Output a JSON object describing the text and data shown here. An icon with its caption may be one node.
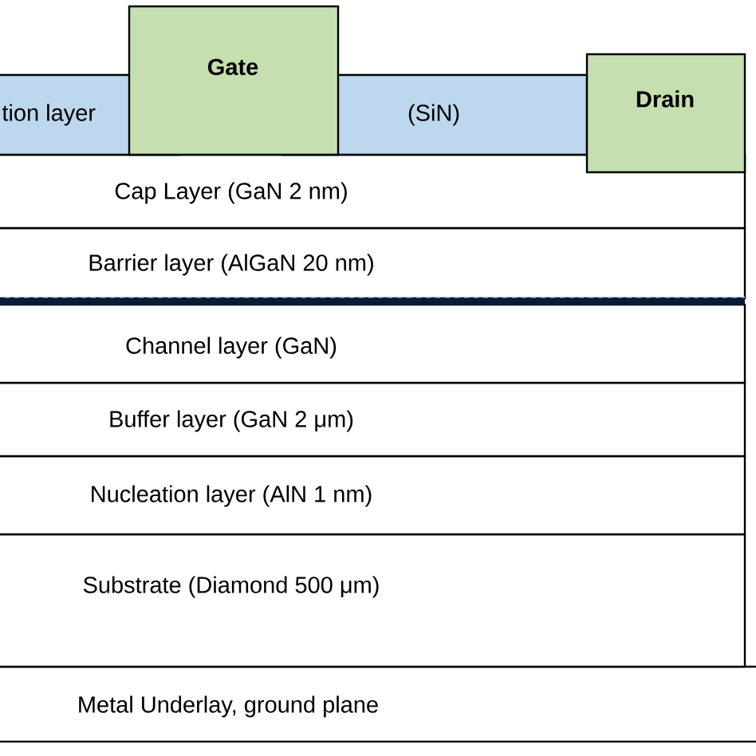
{
  "diagram": {
    "nodes": [
      {
        "text": [
          "Gate"
        ]
      },
      {
        "text": [
          "tion layer"
        ]
      },
      {
        "text": [
          "(SiN)"
        ]
      },
      {
        "text": [
          "Drain"
        ]
      },
      {
        "text": [
          "Cap Layer (GaN 2 nm)"
        ]
      },
      {
        "text": [
          "Barrier layer (AlGaN 20 nm)"
        ]
      },
      {
        "text": [
          "Channel layer (GaN)"
        ]
      },
      {
        "text": [
          "Buffer layer (GaN 2 μm)"
        ]
      },
      {
        "text": [
          "Nucleation layer (AlN 1 nm)"
        ]
      },
      {
        "text": [
          "Substrate (Diamond 500 μm)"
        ]
      },
      {
        "text": [
          "Metal Underlay, ground plane"
        ]
      }
    ]
  }
}
